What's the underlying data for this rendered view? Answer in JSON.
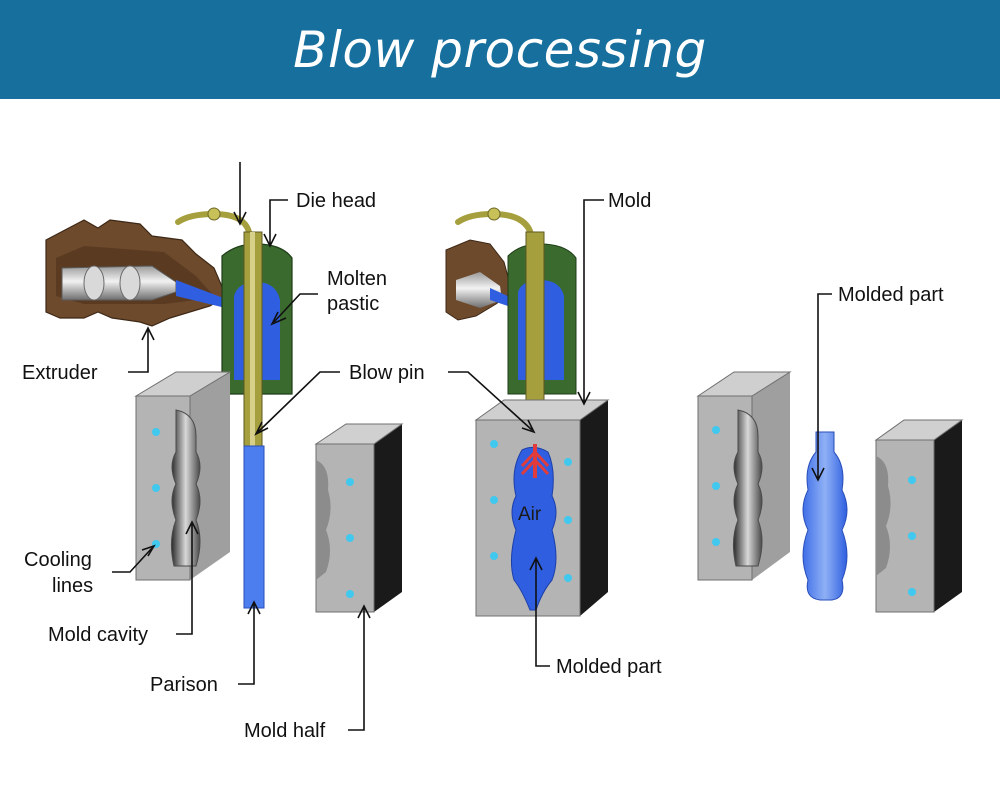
{
  "title": "Blow processing",
  "labels": {
    "die_head": "Die head",
    "molten_plastic_line1": "Molten",
    "molten_plastic_line2": "pastic",
    "extruder": "Extruder",
    "blow_pin": "Blow pin",
    "cooling_lines_line1": "Cooling",
    "cooling_lines_line2": "lines",
    "mold_cavity": "Mold cavity",
    "parison": "Parison",
    "mold_half": "Mold half",
    "mold": "Mold",
    "air": "Air",
    "molded_part_middle": "Molded part",
    "molded_part_right": "Molded part"
  },
  "colors": {
    "banner": "#166f9c",
    "mold_gray": "#b4b4b4",
    "plastic_blue": "#2f5fe0",
    "die_green": "#3a6a2e",
    "pin_olive": "#a69f3e",
    "extruder_brown": "#6e4a2c",
    "air_arrow": "#e23b3b",
    "cooling_dot": "#40c8ee"
  }
}
